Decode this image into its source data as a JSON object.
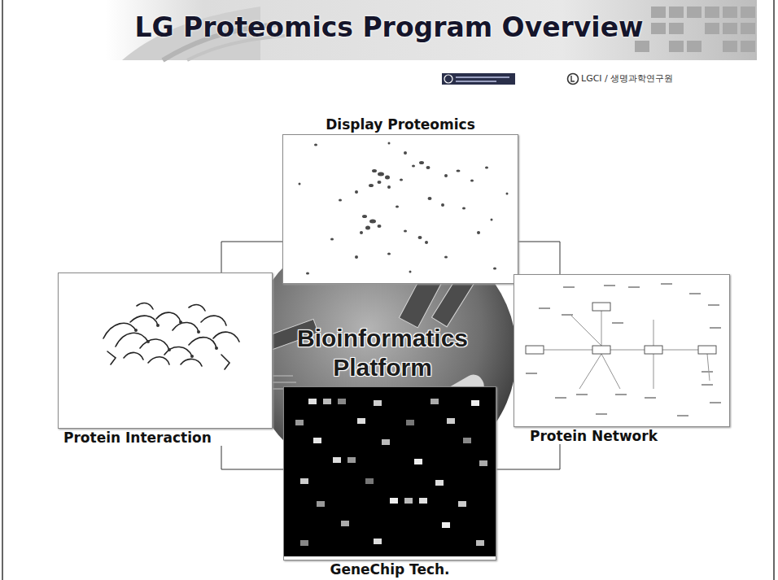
{
  "diagram": {
    "title": "LG Proteomics Program Overview",
    "nodes": [
      {
        "text": [
          "Display Proteomics"
        ]
      },
      {
        "text": [
          "Protein Interaction"
        ]
      },
      {
        "text": [
          "Bioinformatics Platform"
        ]
      },
      {
        "text": [
          "Protein Network"
        ]
      },
      {
        "text": [
          "GeneChip Tech."
        ]
      }
    ],
    "edges": [
      {
        "from": 0,
        "to": 1,
        "arrow": "none"
      },
      {
        "from": 0,
        "to": 3,
        "arrow": "none"
      },
      {
        "from": 1,
        "to": 4,
        "arrow": "none"
      },
      {
        "from": 3,
        "to": 4,
        "arrow": "none"
      }
    ],
    "labels": [
      "LGCI / 생명과학연구원"
    ]
  }
}
